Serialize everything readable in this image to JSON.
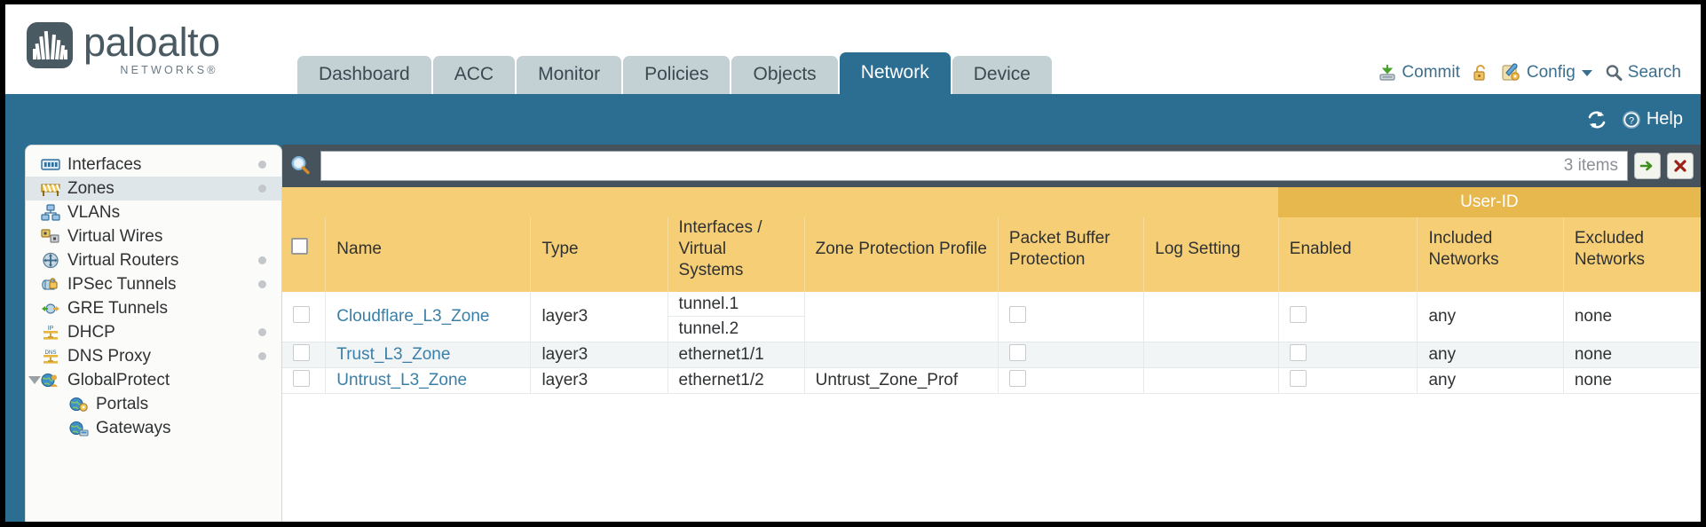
{
  "brand": {
    "name": "paloalto",
    "sub": "NETWORKS®"
  },
  "nav": {
    "tabs": [
      {
        "label": "Dashboard",
        "active": false
      },
      {
        "label": "ACC",
        "active": false
      },
      {
        "label": "Monitor",
        "active": false
      },
      {
        "label": "Policies",
        "active": false
      },
      {
        "label": "Objects",
        "active": false
      },
      {
        "label": "Network",
        "active": true
      },
      {
        "label": "Device",
        "active": false
      }
    ]
  },
  "utils": {
    "commit": "Commit",
    "config": "Config",
    "search": "Search"
  },
  "blueband": {
    "help": "Help"
  },
  "sidebar": {
    "items": [
      {
        "label": "Interfaces",
        "icon": "interfaces-icon",
        "dot": true,
        "selected": false,
        "child": false,
        "expander": false
      },
      {
        "label": "Zones",
        "icon": "zones-icon",
        "dot": true,
        "selected": true,
        "child": false,
        "expander": false
      },
      {
        "label": "VLANs",
        "icon": "vlans-icon",
        "dot": false,
        "selected": false,
        "child": false,
        "expander": false
      },
      {
        "label": "Virtual Wires",
        "icon": "virtual-wires-icon",
        "dot": false,
        "selected": false,
        "child": false,
        "expander": false
      },
      {
        "label": "Virtual Routers",
        "icon": "virtual-routers-icon",
        "dot": true,
        "selected": false,
        "child": false,
        "expander": false
      },
      {
        "label": "IPSec Tunnels",
        "icon": "ipsec-tunnels-icon",
        "dot": true,
        "selected": false,
        "child": false,
        "expander": false
      },
      {
        "label": "GRE Tunnels",
        "icon": "gre-tunnels-icon",
        "dot": false,
        "selected": false,
        "child": false,
        "expander": false
      },
      {
        "label": "DHCP",
        "icon": "dhcp-icon",
        "dot": true,
        "selected": false,
        "child": false,
        "expander": false
      },
      {
        "label": "DNS Proxy",
        "icon": "dns-proxy-icon",
        "dot": true,
        "selected": false,
        "child": false,
        "expander": false
      },
      {
        "label": "GlobalProtect",
        "icon": "globalprotect-icon",
        "dot": false,
        "selected": false,
        "child": false,
        "expander": true
      },
      {
        "label": "Portals",
        "icon": "portals-icon",
        "dot": false,
        "selected": false,
        "child": true,
        "expander": false
      },
      {
        "label": "Gateways",
        "icon": "gateways-icon",
        "dot": false,
        "selected": false,
        "child": true,
        "expander": false
      }
    ]
  },
  "search": {
    "value": "",
    "placeholder": "",
    "item_count": "3 items"
  },
  "table": {
    "group_header": {
      "label": "User-ID",
      "span": 3
    },
    "columns": [
      "Name",
      "Type",
      "Interfaces / Virtual Systems",
      "Zone Protection Profile",
      "Packet Buffer Protection",
      "Log Setting",
      "Enabled",
      "Included Networks",
      "Excluded Networks"
    ],
    "rows": [
      {
        "name": "Cloudflare_L3_Zone",
        "type": "layer3",
        "interfaces": [
          "tunnel.1",
          "tunnel.2"
        ],
        "zone_protection_profile": "",
        "packet_buffer_protection": false,
        "log_setting": "",
        "userid_enabled": false,
        "included_networks": "any",
        "excluded_networks": "none"
      },
      {
        "name": "Trust_L3_Zone",
        "type": "layer3",
        "interfaces": [
          "ethernet1/1"
        ],
        "zone_protection_profile": "",
        "packet_buffer_protection": false,
        "log_setting": "",
        "userid_enabled": false,
        "included_networks": "any",
        "excluded_networks": "none"
      },
      {
        "name": "Untrust_L3_Zone",
        "type": "layer3",
        "interfaces": [
          "ethernet1/2"
        ],
        "zone_protection_profile": "Untrust_Zone_Prof",
        "packet_buffer_protection": false,
        "log_setting": "",
        "userid_enabled": false,
        "included_networks": "any",
        "excluded_networks": "none"
      }
    ]
  },
  "colors": {
    "brand_blue": "#2c6d92",
    "header_gold": "#f5ce75",
    "group_gold": "#e7b84e",
    "link_blue": "#3a7fa8",
    "searchbar": "#46535c"
  }
}
